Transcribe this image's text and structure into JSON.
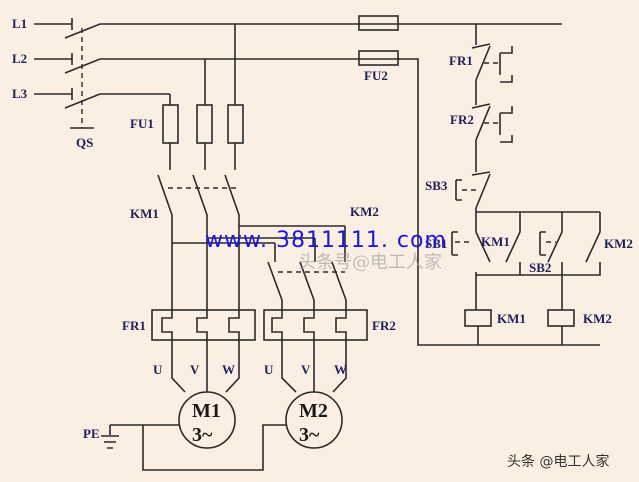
{
  "diagram": {
    "title": "Two-motor sequential start control circuit",
    "labels": {
      "L1": "L1",
      "L2": "L2",
      "L3": "L3",
      "QS": "QS",
      "FU1": "FU1",
      "FU2": "FU2",
      "KM1_main": "KM1",
      "KM2_main": "KM2",
      "FR1_main": "FR1",
      "FR2_main": "FR2",
      "U1": "U",
      "V1": "V",
      "W1": "W",
      "U2": "U",
      "V2": "V",
      "W2": "W",
      "M1": "M1",
      "M1_phase": "3~",
      "M2": "M2",
      "M2_phase": "3~",
      "PE": "PE",
      "FR1_ctrl": "FR1",
      "FR2_ctrl": "FR2",
      "SB3": "SB3",
      "SB1": "SB1",
      "KM1_aux": "KM1",
      "SB2": "SB2",
      "KM2_aux": "KM2",
      "KM1_coil": "KM1",
      "KM2_coil": "KM2"
    }
  },
  "watermark": {
    "url": "www. 3811111. com",
    "overlay": "头条号@电工人家"
  },
  "credit": "头条 @电工人家"
}
